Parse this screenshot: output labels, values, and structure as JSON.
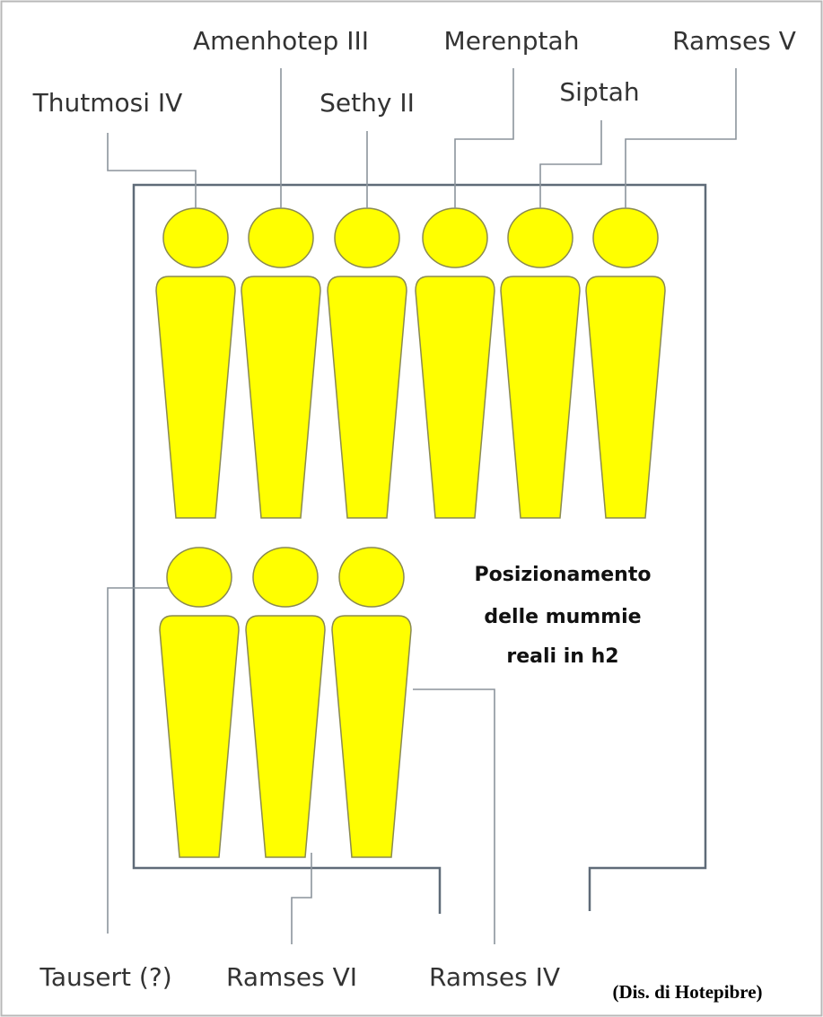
{
  "labels": {
    "thutmosi_iv": "Thutmosi IV",
    "amenhotep_iii": "Amenhotep III",
    "sethy_ii": "Sethy II",
    "merenptah": "Merenptah",
    "siptah": "Siptah",
    "ramses_v": "Ramses V",
    "tausert": "Tausert (?)",
    "ramses_vi": "Ramses VI",
    "ramses_iv": "Ramses IV"
  },
  "title": {
    "line1": "Posizionamento",
    "line2": "delle mummie",
    "line3": "reali in h2"
  },
  "credit": "(Dis. di Hotepibre)",
  "colors": {
    "mummy_fill": "#FFFF00",
    "mummy_stroke": "#8A8A50",
    "wall": "#5F6B78",
    "leader": "#8C949C"
  }
}
